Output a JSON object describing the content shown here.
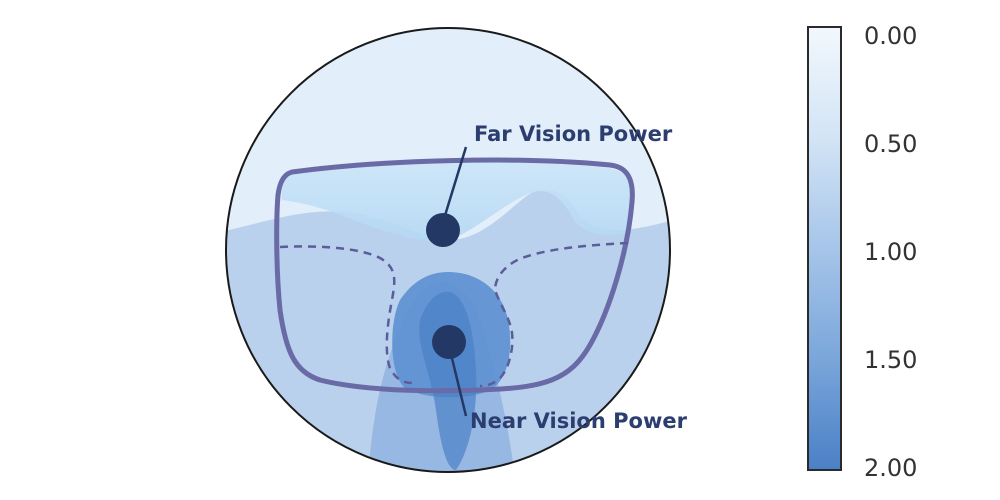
{
  "labels": {
    "far": "Far Vision Power",
    "near": "Near Vision Power"
  },
  "scale": {
    "ticks": [
      "0.00",
      "0.50",
      "1.00",
      "1.50",
      "2.00"
    ],
    "range": [
      0,
      2
    ],
    "color_low": "#f2f8fd",
    "color_high": "#4a80c6"
  },
  "colors": {
    "frame": "#6a6aa6",
    "dot": "#243866",
    "outline": "#1a1a1a",
    "label": "#2b3e6f"
  }
}
